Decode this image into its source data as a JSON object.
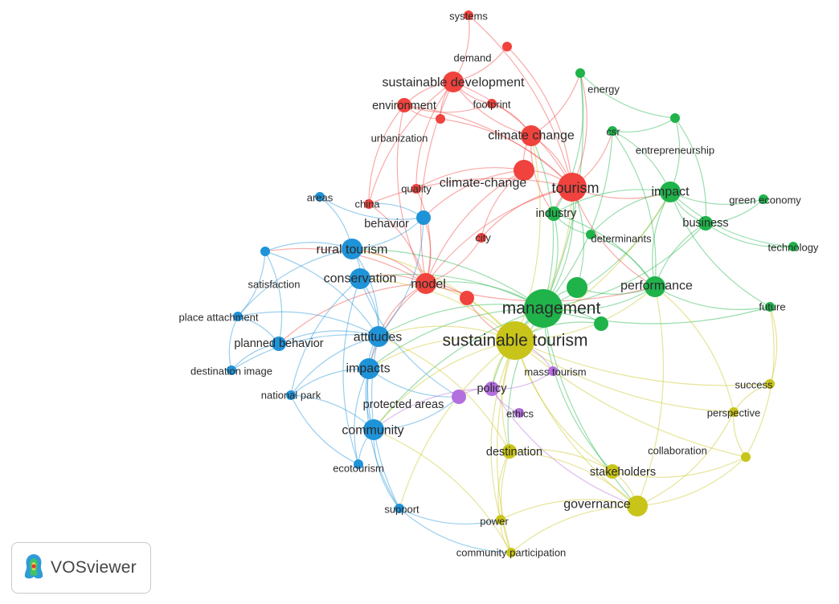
{
  "app": {
    "brand_name": "VOSviewer",
    "brand_icon": "vosviewer-density-logo-icon"
  },
  "colors": {
    "red": "#f0433d",
    "green": "#1fb34a",
    "blue": "#1f93d8",
    "yellow": "#c8c41a",
    "purple": "#b36ee0"
  },
  "network": {
    "nodes": [
      {
        "id": "systems",
        "label": "systems",
        "cluster": "red",
        "weight": 1
      },
      {
        "id": "demand",
        "label": "demand",
        "cluster": "red",
        "weight": 1
      },
      {
        "id": "sustainable-development",
        "label": "sustainable development",
        "cluster": "red",
        "weight": 3
      },
      {
        "id": "environment",
        "label": "environment",
        "cluster": "red",
        "weight": 2
      },
      {
        "id": "footprint",
        "label": "footprint",
        "cluster": "red",
        "weight": 1
      },
      {
        "id": "urbanization",
        "label": "urbanization",
        "cluster": "red",
        "weight": 1
      },
      {
        "id": "climate-change",
        "label": "climate change",
        "cluster": "red",
        "weight": 3
      },
      {
        "id": "climate-change-2",
        "label": "climate-change",
        "cluster": "red",
        "weight": 3
      },
      {
        "id": "tourism",
        "label": "tourism",
        "cluster": "red",
        "weight": 4
      },
      {
        "id": "quality",
        "label": "quality",
        "cluster": "red",
        "weight": 1
      },
      {
        "id": "china",
        "label": "china",
        "cluster": "red",
        "weight": 1
      },
      {
        "id": "city",
        "label": "city",
        "cluster": "red",
        "weight": 1
      },
      {
        "id": "model",
        "label": "model",
        "cluster": "red",
        "weight": 3
      },
      {
        "id": "energy",
        "label": "energy",
        "cluster": "green",
        "weight": 1
      },
      {
        "id": "csr",
        "label": "csr",
        "cluster": "green",
        "weight": 1
      },
      {
        "id": "entrepreneurship",
        "label": "entrepreneurship",
        "cluster": "green",
        "weight": 1
      },
      {
        "id": "impact",
        "label": "impact",
        "cluster": "green",
        "weight": 3
      },
      {
        "id": "green-economy",
        "label": "green economy",
        "cluster": "green",
        "weight": 1
      },
      {
        "id": "industry",
        "label": "industry",
        "cluster": "green",
        "weight": 2
      },
      {
        "id": "business",
        "label": "business",
        "cluster": "green",
        "weight": 2
      },
      {
        "id": "determinants",
        "label": "determinants",
        "cluster": "green",
        "weight": 1
      },
      {
        "id": "technology",
        "label": "technology",
        "cluster": "green",
        "weight": 1
      },
      {
        "id": "performance",
        "label": "performance",
        "cluster": "green",
        "weight": 3
      },
      {
        "id": "management",
        "label": "management",
        "cluster": "green",
        "weight": 5
      },
      {
        "id": "future",
        "label": "future",
        "cluster": "green",
        "weight": 1
      },
      {
        "id": "areas",
        "label": "areas",
        "cluster": "blue",
        "weight": 1
      },
      {
        "id": "behavior",
        "label": "behavior",
        "cluster": "blue",
        "weight": 2
      },
      {
        "id": "rural-tourism",
        "label": "rural tourism",
        "cluster": "blue",
        "weight": 3
      },
      {
        "id": "satisfaction",
        "label": "satisfaction",
        "cluster": "blue",
        "weight": 1
      },
      {
        "id": "conservation",
        "label": "conservation",
        "cluster": "blue",
        "weight": 3
      },
      {
        "id": "place-attachment",
        "label": "place attachment",
        "cluster": "blue",
        "weight": 1
      },
      {
        "id": "planned-behavior",
        "label": "planned behavior",
        "cluster": "blue",
        "weight": 2
      },
      {
        "id": "attitudes",
        "label": "attitudes",
        "cluster": "blue",
        "weight": 3
      },
      {
        "id": "destination-image",
        "label": "destination image",
        "cluster": "blue",
        "weight": 1
      },
      {
        "id": "impacts",
        "label": "impacts",
        "cluster": "blue",
        "weight": 3
      },
      {
        "id": "national-park",
        "label": "national park",
        "cluster": "blue",
        "weight": 1
      },
      {
        "id": "community",
        "label": "community",
        "cluster": "blue",
        "weight": 3
      },
      {
        "id": "ecotourism",
        "label": "ecotourism",
        "cluster": "blue",
        "weight": 1
      },
      {
        "id": "support",
        "label": "support",
        "cluster": "blue",
        "weight": 1
      },
      {
        "id": "sustainable-tourism",
        "label": "sustainable tourism",
        "cluster": "yellow",
        "weight": 5
      },
      {
        "id": "mass-tourism",
        "label": "mass tourism",
        "cluster": "purple",
        "weight": 1
      },
      {
        "id": "policy",
        "label": "policy",
        "cluster": "purple",
        "weight": 2
      },
      {
        "id": "protected-areas",
        "label": "protected areas",
        "cluster": "purple",
        "weight": 2
      },
      {
        "id": "ethics",
        "label": "ethics",
        "cluster": "purple",
        "weight": 1
      },
      {
        "id": "success",
        "label": "success",
        "cluster": "yellow",
        "weight": 1
      },
      {
        "id": "perspective",
        "label": "perspective",
        "cluster": "yellow",
        "weight": 1
      },
      {
        "id": "destination",
        "label": "destination",
        "cluster": "yellow",
        "weight": 2
      },
      {
        "id": "collaboration",
        "label": "collaboration",
        "cluster": "yellow",
        "weight": 1
      },
      {
        "id": "stakeholders",
        "label": "stakeholders",
        "cluster": "yellow",
        "weight": 2
      },
      {
        "id": "governance",
        "label": "governance",
        "cluster": "yellow",
        "weight": 3
      },
      {
        "id": "power",
        "label": "power",
        "cluster": "yellow",
        "weight": 1
      },
      {
        "id": "community-participation",
        "label": "community participation",
        "cluster": "yellow",
        "weight": 1
      },
      {
        "id": "unlabeled-1",
        "label": "",
        "cluster": "green",
        "weight": 3
      },
      {
        "id": "unlabeled-2",
        "label": "",
        "cluster": "green",
        "weight": 2
      },
      {
        "id": "unlabeled-3",
        "label": "",
        "cluster": "red",
        "weight": 2
      }
    ]
  }
}
